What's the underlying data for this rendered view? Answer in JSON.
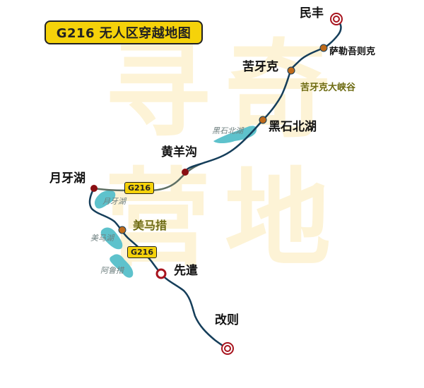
{
  "map_title": "G216 无人区穿越地图",
  "route_shields": [
    "G216",
    "G216"
  ],
  "places": {
    "minfeng": "民丰",
    "sale": "萨勒吾则克",
    "kuyake": "苦牙克",
    "kuyake_canyon": "苦牙克大峡谷",
    "heishi_beihu": "黑石北湖",
    "huangyanggou": "黄羊沟",
    "yueyahu": "月牙湖",
    "meimacuo": "美马措",
    "xianqian": "先遣",
    "gaize": "改则"
  },
  "lakes": {
    "heishi_beihu": "黑石北湖",
    "yueyahu": "月牙湖",
    "meimahu": "美马湖",
    "alucuo": "阿鲁措"
  },
  "watermark": [
    "寻",
    "奇",
    "营",
    "地"
  ],
  "colors": {
    "route_green": "#5f7064",
    "route_blue": "#153e5a",
    "water": "#5ec2cc",
    "shield_yellow": "#f5d20a",
    "stop_brown": "#bf6a1a",
    "stop_maroon": "#8a0f12",
    "end_marker": "#a8141e",
    "watermark": "#fdf3d6"
  }
}
